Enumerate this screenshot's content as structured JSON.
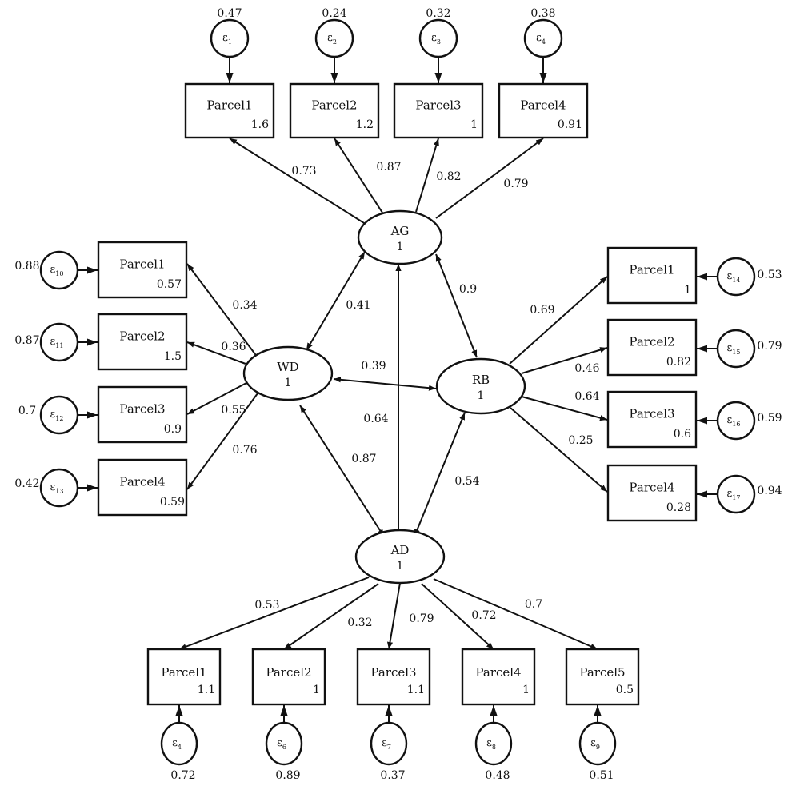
{
  "latent_factors": [
    {
      "id": "AG",
      "label": "AG",
      "variance": "1"
    },
    {
      "id": "WD",
      "label": "WD",
      "variance": "1"
    },
    {
      "id": "RB",
      "label": "RB",
      "variance": "1"
    },
    {
      "id": "AD",
      "label": "AD",
      "variance": "1"
    }
  ],
  "indicators": {
    "AG": [
      {
        "label": "Parcel1",
        "intercept": "1.6",
        "loading": "0.73",
        "error": {
          "symbol": "ε",
          "index": "1",
          "variance": "0.47"
        }
      },
      {
        "label": "Parcel2",
        "intercept": "1.2",
        "loading": "0.87",
        "error": {
          "symbol": "ε",
          "index": "2",
          "variance": "0.24"
        }
      },
      {
        "label": "Parcel3",
        "intercept": "1",
        "loading": "0.82",
        "error": {
          "symbol": "ε",
          "index": "3",
          "variance": "0.32"
        }
      },
      {
        "label": "Parcel4",
        "intercept": "0.91",
        "loading": "0.79",
        "error": {
          "symbol": "ε",
          "index": "4",
          "variance": "0.38"
        }
      }
    ],
    "WD": [
      {
        "label": "Parcel1",
        "intercept": "0.57",
        "loading": "0.34",
        "error": {
          "symbol": "ε",
          "index": "10",
          "variance": "0.88"
        }
      },
      {
        "label": "Parcel2",
        "intercept": "1.5",
        "loading": "0.36",
        "error": {
          "symbol": "ε",
          "index": "11",
          "variance": "0.87"
        }
      },
      {
        "label": "Parcel3",
        "intercept": "0.9",
        "loading": "0.55",
        "error": {
          "symbol": "ε",
          "index": "12",
          "variance": "0.7"
        }
      },
      {
        "label": "Parcel4",
        "intercept": "0.59",
        "loading": "0.76",
        "error": {
          "symbol": "ε",
          "index": "13",
          "variance": "0.42"
        }
      }
    ],
    "RB": [
      {
        "label": "Parcel1",
        "intercept": "1",
        "loading": "0.69",
        "error": {
          "symbol": "ε",
          "index": "14",
          "variance": "0.53"
        }
      },
      {
        "label": "Parcel2",
        "intercept": "0.82",
        "loading": "0.46",
        "error": {
          "symbol": "ε",
          "index": "15",
          "variance": "0.79"
        }
      },
      {
        "label": "Parcel3",
        "intercept": "0.6",
        "loading": "0.64",
        "error": {
          "symbol": "ε",
          "index": "16",
          "variance": "0.59"
        }
      },
      {
        "label": "Parcel4",
        "intercept": "0.28",
        "loading": "0.25",
        "error": {
          "symbol": "ε",
          "index": "17",
          "variance": "0.94"
        }
      }
    ],
    "AD": [
      {
        "label": "Parcel1",
        "intercept": "1.1",
        "loading": "0.53",
        "error": {
          "symbol": "ε",
          "index": "4",
          "variance": "0.72"
        }
      },
      {
        "label": "Parcel2",
        "intercept": "1",
        "loading": "0.32",
        "error": {
          "symbol": "ε",
          "index": "6",
          "variance": "0.89"
        }
      },
      {
        "label": "Parcel3",
        "intercept": "1.1",
        "loading": "0.79",
        "error": {
          "symbol": "ε",
          "index": "7",
          "variance": "0.37"
        }
      },
      {
        "label": "Parcel4",
        "intercept": "1",
        "loading": "0.72",
        "error": {
          "symbol": "ε",
          "index": "8",
          "variance": "0.48"
        }
      },
      {
        "label": "Parcel5",
        "intercept": "0.5",
        "loading": "0.7",
        "error": {
          "symbol": "ε",
          "index": "9",
          "variance": "0.51"
        }
      }
    ]
  },
  "covariances": [
    {
      "from": "AG",
      "to": "WD",
      "value": "0.41"
    },
    {
      "from": "AG",
      "to": "RB",
      "value": "0.9"
    },
    {
      "from": "AG",
      "to": "AD",
      "value": "0.64"
    },
    {
      "from": "WD",
      "to": "RB",
      "value": "0.39"
    },
    {
      "from": "WD",
      "to": "AD",
      "value": "0.87"
    },
    {
      "from": "RB",
      "to": "AD",
      "value": "0.54"
    }
  ],
  "colors": {
    "stroke": "#111111",
    "background": "#ffffff"
  }
}
